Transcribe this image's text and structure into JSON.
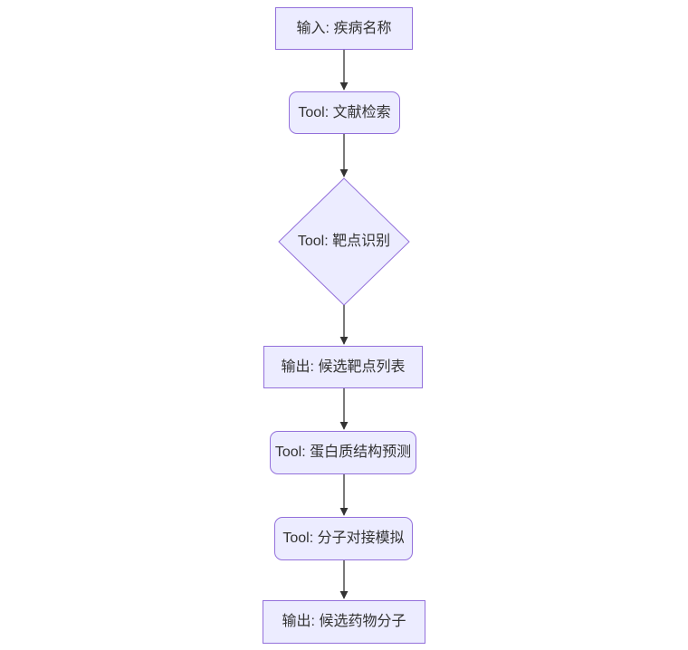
{
  "diagram": {
    "type": "flowchart",
    "direction": "top-down",
    "nodes": [
      {
        "id": "input",
        "shape": "rectangle",
        "label": "输入: 疾病名称"
      },
      {
        "id": "literature_search",
        "shape": "rounded",
        "label": "Tool: 文献检索"
      },
      {
        "id": "target_identification",
        "shape": "diamond",
        "label": "Tool: 靶点识别"
      },
      {
        "id": "candidate_target_list",
        "shape": "rectangle",
        "label": "输出: 候选靶点列表"
      },
      {
        "id": "protein_structure_prediction",
        "shape": "rounded",
        "label": "Tool: 蛋白质结构预测"
      },
      {
        "id": "molecular_docking_simulation",
        "shape": "rounded",
        "label": "Tool: 分子对接模拟"
      },
      {
        "id": "candidate_drug_molecules",
        "shape": "rectangle",
        "label": "输出: 候选药物分子"
      }
    ],
    "edges": [
      {
        "from": "input",
        "to": "literature_search"
      },
      {
        "from": "literature_search",
        "to": "target_identification"
      },
      {
        "from": "target_identification",
        "to": "candidate_target_list"
      },
      {
        "from": "candidate_target_list",
        "to": "protein_structure_prediction"
      },
      {
        "from": "protein_structure_prediction",
        "to": "molecular_docking_simulation"
      },
      {
        "from": "molecular_docking_simulation",
        "to": "candidate_drug_molecules"
      }
    ],
    "colors": {
      "node_fill": "#ECECFF",
      "node_border": "#9370DB",
      "text": "#333333",
      "arrow": "#333333",
      "background": "#FFFFFF"
    }
  }
}
